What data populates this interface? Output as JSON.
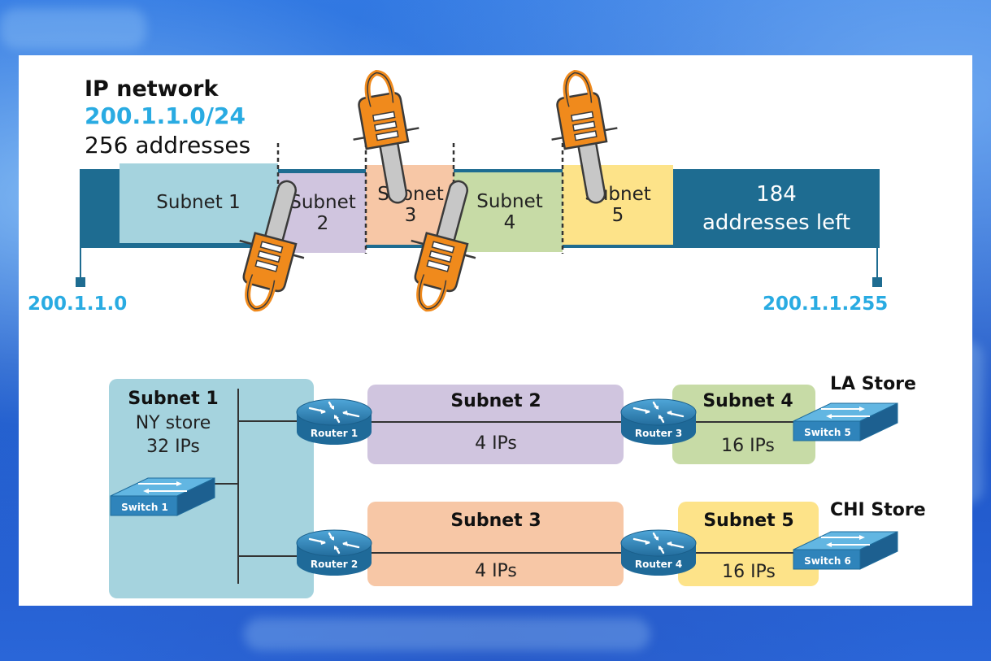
{
  "network": {
    "title": "IP network",
    "cidr": "200.1.1.0/24",
    "size": "256 addresses",
    "start_address": "200.1.1.0",
    "end_address": "200.1.1.255",
    "bar": {
      "subnet1": "Subnet 1",
      "subnet2_l1": "Subnet",
      "subnet2_l2": "2",
      "subnet3_l1": "Subnet",
      "subnet3_l2": "3",
      "subnet4_l1": "Subnet",
      "subnet4_l2": "4",
      "subnet5_l1": "Subnet",
      "subnet5_l2": "5",
      "left_l1": "184",
      "left_l2": "addresses left"
    }
  },
  "topology": {
    "subnet1": {
      "title": "Subnet 1",
      "line1": "NY store",
      "line2": "32 IPs"
    },
    "subnet2": {
      "title": "Subnet 2",
      "ips": "4 IPs"
    },
    "subnet3": {
      "title": "Subnet 3",
      "ips": "4 IPs"
    },
    "subnet4": {
      "title": "Subnet 4",
      "ips": "16 IPs"
    },
    "subnet5": {
      "title": "Subnet 5",
      "ips": "16 IPs"
    },
    "la_store": "LA Store",
    "chi_store": "CHI Store",
    "routers": [
      "Router 1",
      "Router 2",
      "Router 3",
      "Router 4"
    ],
    "switches": [
      "Switch 1",
      "Switch 5",
      "Switch 6"
    ]
  },
  "colors": {
    "accent_blue": "#29abe2",
    "bar_dark": "#1e6c91",
    "subnet1": "#a5d3de",
    "subnet2": "#d0c5df",
    "subnet3": "#f7c7a6",
    "subnet4": "#c7dba6",
    "subnet5": "#fde389",
    "chainsaw": "#f08a1c",
    "device": "#3b8ec2"
  },
  "icons": [
    "chainsaw-icon",
    "router-icon",
    "switch-icon"
  ]
}
